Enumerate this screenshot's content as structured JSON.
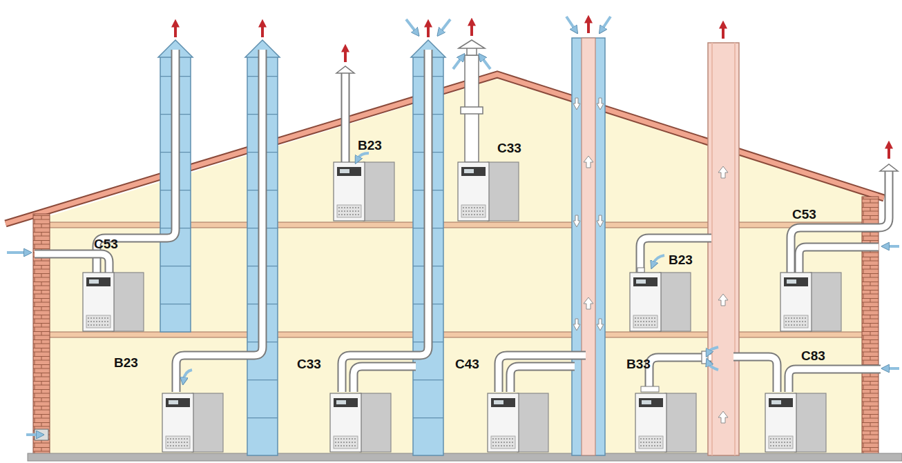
{
  "diagram": {
    "labels": [
      "B23",
      "C33",
      "C53",
      "B23",
      "C53",
      "B23",
      "C33",
      "C43",
      "B33",
      "C83"
    ]
  }
}
